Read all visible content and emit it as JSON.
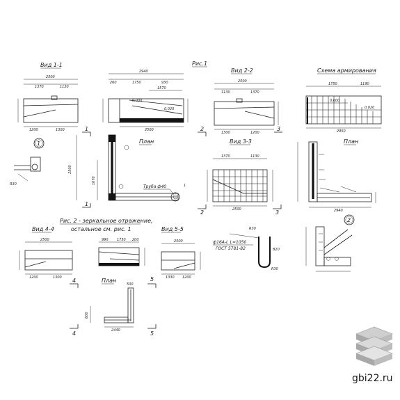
{
  "titles": {
    "fig1": "Рис.1",
    "fig2_line1": "Рис. 2 - зеркальное отражение,",
    "fig2_line2": "остальное см. рис. 1",
    "view11": "Вид 1-1",
    "view22": "Вид 2-2",
    "view33": "Вид 3-3",
    "view44": "Вид 4-4",
    "view55": "Вид 5-5",
    "plan_a": "План",
    "plan_b": "План",
    "plan_c": "План",
    "scheme": "Схема армирования"
  },
  "dims": {
    "v11_total": "2500",
    "v11_a": "1370",
    "v11_b": "1130",
    "v11_c": "1200",
    "v11_d": "1300",
    "elev_top": "2940",
    "elev_260": "260",
    "elev_1750": "1750",
    "elev_930": "930",
    "elev_1570": "1570",
    "elev_base": "2500",
    "v22_total": "2500",
    "v22_a": "1130",
    "v22_b": "1370",
    "v22_c": "1300",
    "v22_d": "1200",
    "sch_1750": "1750",
    "sch_1190": "1190",
    "sch_total": "2950",
    "plan_2500": "2500",
    "plan_1070": "1070",
    "plan_2940": "2940",
    "v33_1370": "1370",
    "v33_1130": "1130",
    "v33_2500": "2500",
    "v44_2500": "2500",
    "v44_1200": "1200",
    "v44_1300": "1300",
    "v55_2500": "2500",
    "v55_990": "990",
    "v55_1750": "1750",
    "v55_200": "200",
    "v55_1330": "1330",
    "v55_1200": "1200",
    "plan3_500": "500",
    "plan3_2440": "2440",
    "plan3_600": "600",
    "loop_r30": "R30",
    "loop_r30b": "R30",
    "loop_b": "В20",
    "scale_0000": "0,000",
    "scale_0000b": "0,000",
    "scale_0020": "0,020",
    "scale_0020b": "0,020"
  },
  "notes": {
    "pipe": "Труба ф40",
    "loop_spec_1": "ф16А-I, L=1050",
    "loop_spec_2": "ГОСТ 5781-82"
  },
  "marks": [
    "1",
    "1",
    "2",
    "2",
    "3",
    "3",
    "4",
    "4",
    "5",
    "5"
  ],
  "callouts": {
    "c1": "1",
    "c2": "2"
  },
  "watermark": {
    "text": "gbi22.ru"
  }
}
